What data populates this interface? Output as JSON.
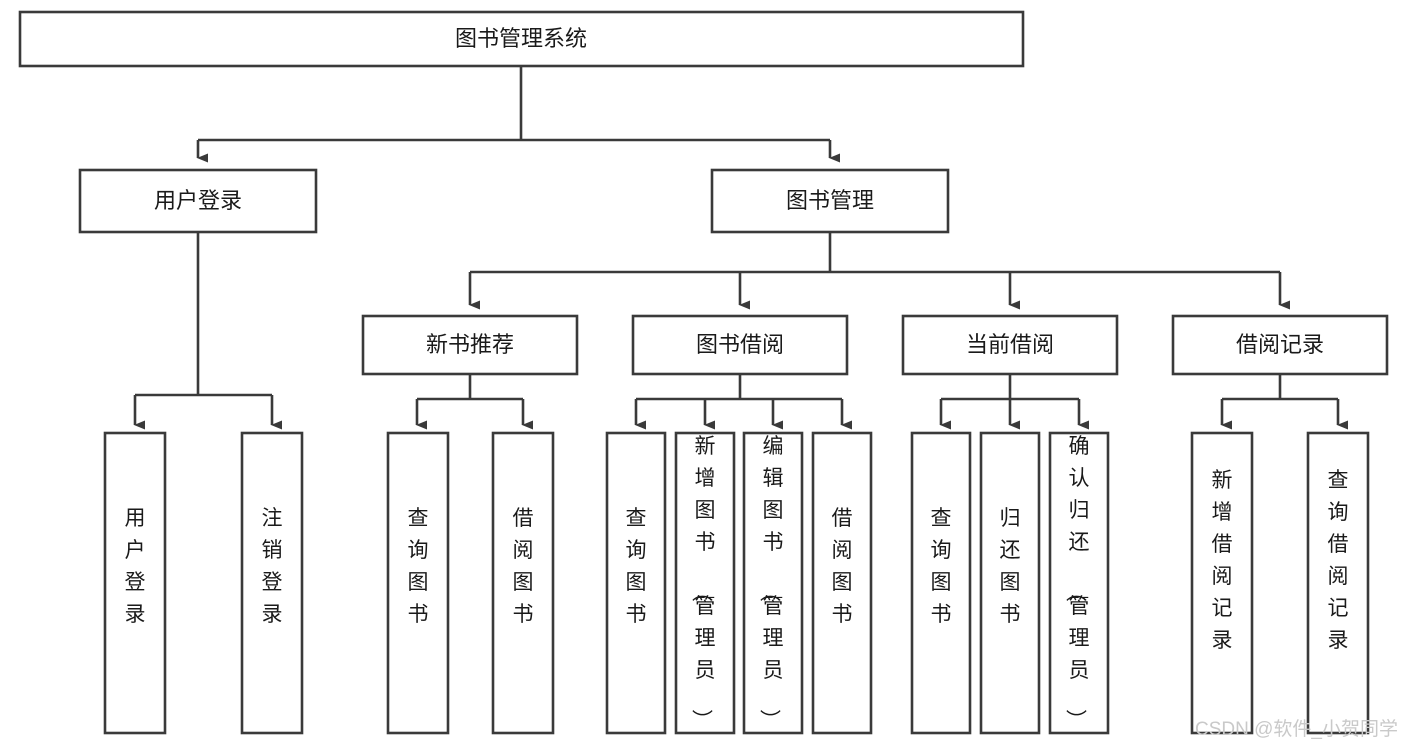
{
  "diagram": {
    "title": "图书管理系统",
    "type": "hierarchy-tree",
    "root": {
      "id": "root",
      "label": "图书管理系统",
      "orientation": "horizontal"
    },
    "level2": [
      {
        "id": "user-login",
        "label": "用户登录",
        "orientation": "horizontal"
      },
      {
        "id": "book-management",
        "label": "图书管理",
        "orientation": "horizontal"
      }
    ],
    "level3": [
      {
        "id": "new-book-recommend",
        "label": "新书推荐",
        "orientation": "horizontal",
        "parent": "book-management"
      },
      {
        "id": "book-borrow",
        "label": "图书借阅",
        "orientation": "horizontal",
        "parent": "book-management"
      },
      {
        "id": "current-borrow",
        "label": "当前借阅",
        "orientation": "horizontal",
        "parent": "book-management"
      },
      {
        "id": "borrow-record",
        "label": "借阅记录",
        "orientation": "horizontal",
        "parent": "book-management"
      }
    ],
    "leaves": [
      {
        "id": "leaf-user-login",
        "label": "用户登录",
        "orientation": "vertical",
        "parent": "user-login"
      },
      {
        "id": "leaf-user-logout",
        "label": "注销登录",
        "orientation": "vertical",
        "parent": "user-login"
      },
      {
        "id": "leaf-query-book-1",
        "label": "查询图书",
        "orientation": "vertical",
        "parent": "new-book-recommend"
      },
      {
        "id": "leaf-borrow-book-1",
        "label": "借阅图书",
        "orientation": "vertical",
        "parent": "new-book-recommend"
      },
      {
        "id": "leaf-query-book-2",
        "label": "查询图书",
        "orientation": "vertical",
        "parent": "book-borrow"
      },
      {
        "id": "leaf-add-book",
        "label": "新增图书（管理员）",
        "orientation": "vertical",
        "parent": "book-borrow"
      },
      {
        "id": "leaf-edit-book",
        "label": "编辑图书（管理员）",
        "orientation": "vertical",
        "parent": "book-borrow"
      },
      {
        "id": "leaf-borrow-book-2",
        "label": "借阅图书",
        "orientation": "vertical",
        "parent": "book-borrow"
      },
      {
        "id": "leaf-query-book-3",
        "label": "查询图书",
        "orientation": "vertical",
        "parent": "current-borrow"
      },
      {
        "id": "leaf-return-book",
        "label": "归还图书",
        "orientation": "vertical",
        "parent": "current-borrow"
      },
      {
        "id": "leaf-confirm-return",
        "label": "确认归还（管理员）",
        "orientation": "vertical",
        "parent": "current-borrow"
      },
      {
        "id": "leaf-add-record",
        "label": "新增借阅记录",
        "orientation": "vertical",
        "parent": "borrow-record"
      },
      {
        "id": "leaf-query-record",
        "label": "查询借阅记录",
        "orientation": "vertical",
        "parent": "borrow-record"
      }
    ]
  },
  "watermark": {
    "text": "CSDN @软件_小贺同学"
  },
  "colors": {
    "background": "#ffffff",
    "node_fill": "#ffffff",
    "node_stroke": "#3a3a3a",
    "text": "#1a1a1a",
    "watermark": "#c9c9c9"
  }
}
